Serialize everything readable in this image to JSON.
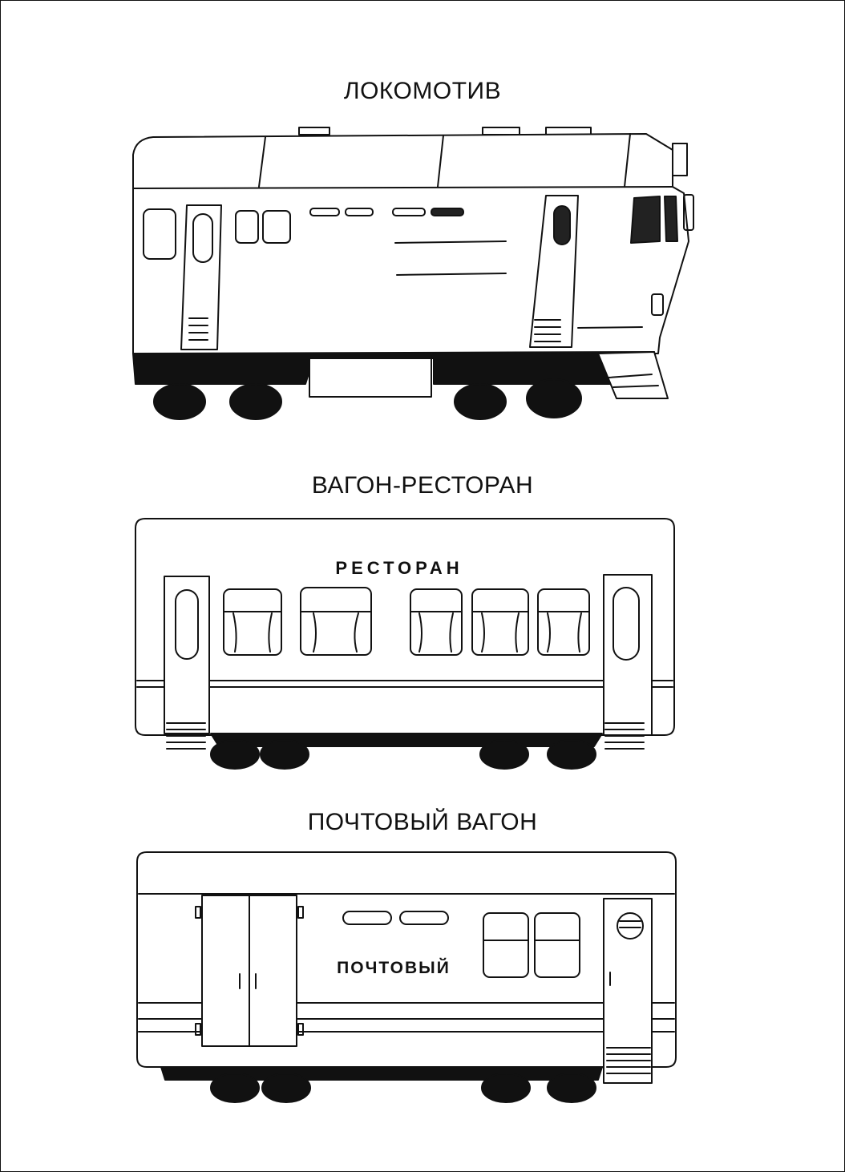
{
  "sections": [
    {
      "title": "ЛОКОМОТИВ"
    },
    {
      "title": "ВАГОН-РЕСТОРАН",
      "car_sign": "РЕСТОРАН"
    },
    {
      "title": "ПОЧТОВЫЙ ВАГОН",
      "car_sign": "ПОЧТОВЫЙ"
    }
  ],
  "colors": {
    "ink": "#111111",
    "paper": "#ffffff"
  }
}
